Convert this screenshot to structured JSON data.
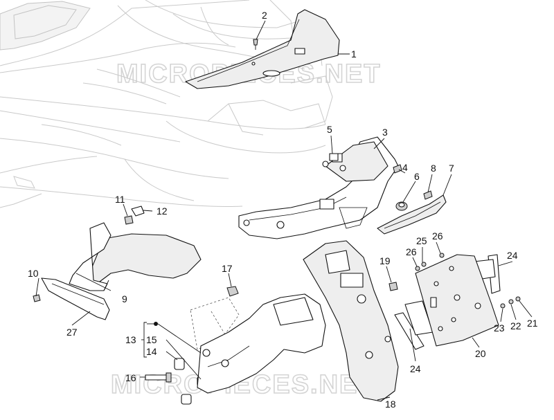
{
  "watermark": "MICROPIECES.NET",
  "callouts": {
    "c1": "1",
    "c2": "2",
    "c3": "3",
    "c4": "4",
    "c5": "5",
    "c6": "6",
    "c7": "7",
    "c8": "8",
    "c9": "9",
    "c10": "10",
    "c11": "11",
    "c12": "12",
    "c13": "13",
    "c14": "14",
    "c15": "15",
    "c16": "16",
    "c17": "17",
    "c18": "18",
    "c19": "19",
    "c20": "20",
    "c21": "21",
    "c22": "22",
    "c23": "23",
    "c24a": "24",
    "c24b": "24",
    "c25": "25",
    "c26a": "26",
    "c26b": "26",
    "c27": "27"
  }
}
